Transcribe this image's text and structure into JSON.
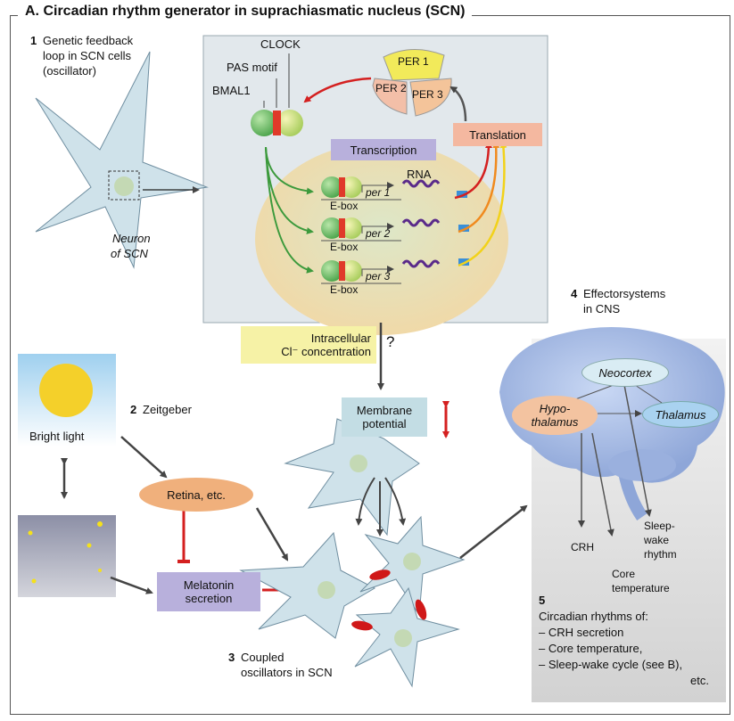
{
  "title": "A. Circadian rhythm generator in suprachiasmatic nucleus (SCN)",
  "section1": {
    "number": "1",
    "label_lines": [
      "Genetic feedback",
      "loop in SCN cells",
      "(oscillator)"
    ]
  },
  "neuron_label_lines": [
    "Neuron",
    "of SCN"
  ],
  "proteins": {
    "clock": "CLOCK",
    "pas": "PAS motif",
    "bmal1": "BMAL1",
    "per1": "PER 1",
    "per2": "PER 2",
    "per3": "PER 3"
  },
  "transcription": "Transcription",
  "translation": "Translation",
  "rna": "RNA",
  "genes": [
    {
      "name": "per 1",
      "ebox": "E-box"
    },
    {
      "name": "per 2",
      "ebox": "E-box"
    },
    {
      "name": "per 3",
      "ebox": "E-box"
    }
  ],
  "chloride": {
    "lines": [
      "Intracellular",
      "Cl⁻ concentration"
    ],
    "question": "?"
  },
  "membrane_lines": [
    "Membrane",
    "potential"
  ],
  "section2": {
    "number": "2",
    "label": "Zeitgeber"
  },
  "bright_light": "Bright light",
  "retina": "Retina, etc.",
  "melatonin_lines": [
    "Melatonin",
    "secretion"
  ],
  "section3": {
    "number": "3",
    "label_lines": [
      "Coupled",
      "oscillators in SCN"
    ]
  },
  "section4": {
    "number": "4",
    "label_lines": [
      "Effectorsystems",
      "in CNS"
    ]
  },
  "brain": {
    "neocortex": "Neocortex",
    "hypothalamus_lines": [
      "Hypo-",
      "thalamus"
    ],
    "thalamus": "Thalamus"
  },
  "outputs": {
    "crh": "CRH",
    "core_lines": [
      "Core",
      "temperature"
    ],
    "sleep_lines": [
      "Sleep-",
      "wake",
      "rhythm"
    ]
  },
  "section5": {
    "number": "5",
    "heading": "Circadian rhythms of:",
    "items": [
      "– CRH secretion",
      "– Core temperature,",
      "– Sleep-wake cycle (see B),"
    ],
    "tail": "etc."
  },
  "colors": {
    "red": "#d42020",
    "green": "#3c9a3c",
    "purple": "#5a2a8a",
    "panel": "#e2e8ec",
    "cell": "#cfe2ea"
  }
}
